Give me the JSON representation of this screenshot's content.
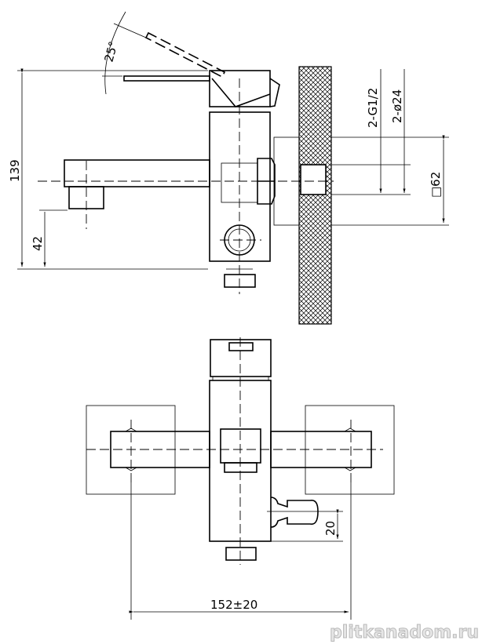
{
  "side_view": {
    "dim_height": "139",
    "dim_spout_height": "42",
    "dim_angle": "25°",
    "dim_thread": "2-G1/2",
    "dim_pipe_diameter": "2-ø24",
    "dim_flange": "□62"
  },
  "top_view": {
    "dim_spacing": "152±20",
    "dim_offset": "20"
  },
  "watermark": "plitkanadom.ru"
}
